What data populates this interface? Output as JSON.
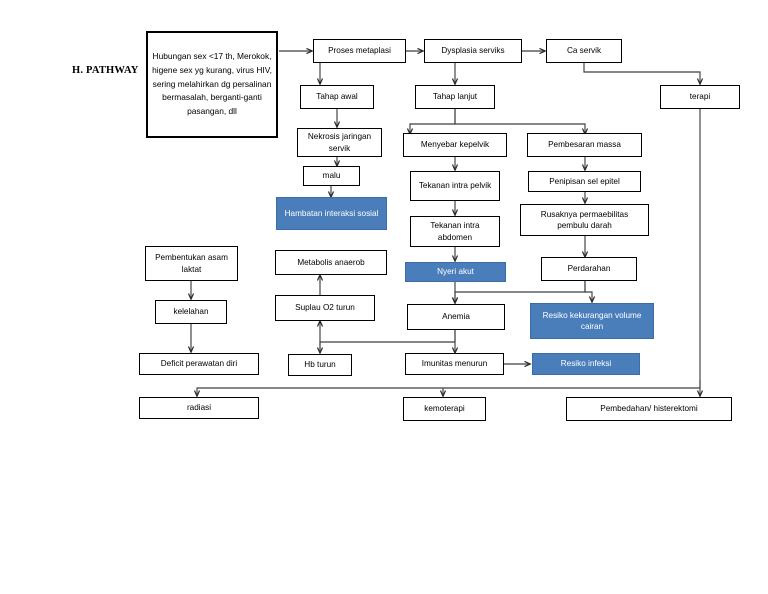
{
  "title": "H. PATHWAY",
  "colors": {
    "node_fill": "#ffffff",
    "node_border": "#000000",
    "highlight_fill": "#4a7ebb",
    "highlight_text": "#ffffff",
    "connector": "#3f3f3f"
  },
  "heading": {
    "label": "H. PATHWAY"
  },
  "nodes": [
    {
      "id": "risk_factors",
      "label": "Hubungan sex <17 th, Merokok, higene sex yg kurang, virus HIV, sering melahirkan dg persalinan bermasalah, berganti-ganti pasangan, dll",
      "highlight": false
    },
    {
      "id": "proses_metaplasi",
      "label": "Proses metaplasi",
      "highlight": false
    },
    {
      "id": "dysplasia_serviks",
      "label": "Dysplasia serviks",
      "highlight": false
    },
    {
      "id": "ca_servik",
      "label": "Ca servik",
      "highlight": false
    },
    {
      "id": "tahap_awal",
      "label": "Tahap awal",
      "highlight": false
    },
    {
      "id": "tahap_lanjut",
      "label": "Tahap lanjut",
      "highlight": false
    },
    {
      "id": "terapi",
      "label": "terapi",
      "highlight": false
    },
    {
      "id": "nekrosis_jaringan_servik",
      "label": "Nekrosis jaringan servik",
      "highlight": false
    },
    {
      "id": "menyebar_kepelvik",
      "label": "Menyebar kepelvik",
      "highlight": false
    },
    {
      "id": "pembesaran_massa",
      "label": "Pembesaran massa",
      "highlight": false
    },
    {
      "id": "malu",
      "label": "malu",
      "highlight": false
    },
    {
      "id": "tekanan_intra_pelvik",
      "label": "Tekanan intra pelvik",
      "highlight": false
    },
    {
      "id": "penipisan_sel_epitel",
      "label": "Penipisan sel epitel",
      "highlight": false
    },
    {
      "id": "hambatan_interaksi_sosial",
      "label": "Hambatan interaksi sosial",
      "highlight": true
    },
    {
      "id": "tekanan_intra_abdomen",
      "label": "Tekanan intra abdomen",
      "highlight": false
    },
    {
      "id": "rusaknya_permaebilitas",
      "label": "Rusaknya permaebilitas pembulu darah",
      "highlight": false
    },
    {
      "id": "pembentukan_asam_laktat",
      "label": "Pembentukan asam laktat",
      "highlight": false
    },
    {
      "id": "metabolis_anaerob",
      "label": "Metabolis anaerob",
      "highlight": false
    },
    {
      "id": "nyeri_akut",
      "label": "Nyeri akut",
      "highlight": true
    },
    {
      "id": "perdarahan",
      "label": "Perdarahan",
      "highlight": false
    },
    {
      "id": "kelelahan",
      "label": "kelelahan",
      "highlight": false
    },
    {
      "id": "suplau_o2_turun",
      "label": "Suplau O2 turun",
      "highlight": false
    },
    {
      "id": "anemia",
      "label": "Anemia",
      "highlight": false
    },
    {
      "id": "resiko_kekurangan_volume_cairan",
      "label": "Resiko kekurangan volume cairan",
      "highlight": true
    },
    {
      "id": "deficit_perawatan_diri",
      "label": "Deficit perawatan diri",
      "highlight": false
    },
    {
      "id": "hb_turun",
      "label": "Hb turun",
      "highlight": false
    },
    {
      "id": "imunitas_menurun",
      "label": "Imunitas menurun",
      "highlight": false
    },
    {
      "id": "resiko_infeksi",
      "label": "Resiko infeksi",
      "highlight": true
    },
    {
      "id": "radiasi",
      "label": "radiasi",
      "highlight": false
    },
    {
      "id": "kemoterapi",
      "label": "kemoterapi",
      "highlight": false
    },
    {
      "id": "pembedahan_histerektomi",
      "label": "Pembedahan/ histerektomi",
      "highlight": false
    }
  ]
}
